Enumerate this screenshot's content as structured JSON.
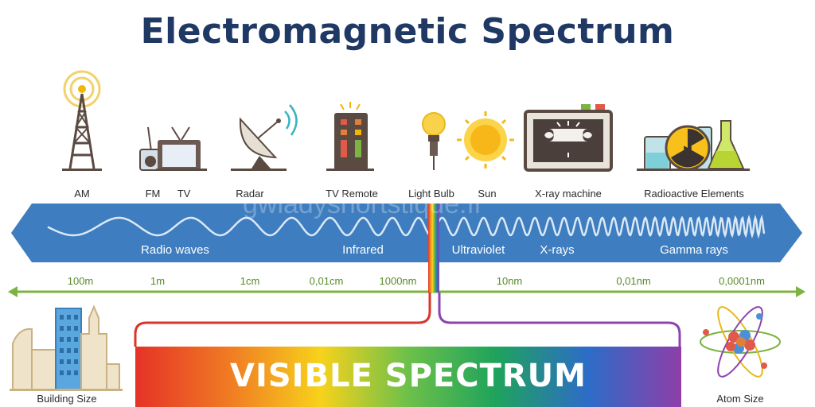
{
  "title": "Electromagnetic Spectrum",
  "watermark": "gwladyshortstique.fr",
  "sources": [
    {
      "label": "AM",
      "icon": "radio-tower-icon"
    },
    {
      "label": "FM",
      "icon": "radio-icon"
    },
    {
      "label": "TV",
      "icon": "television-icon"
    },
    {
      "label": "Radar",
      "icon": "radar-dish-icon"
    },
    {
      "label": "TV Remote",
      "icon": "remote-control-icon"
    },
    {
      "label": "Light Bulb",
      "icon": "light-bulb-icon"
    },
    {
      "label": "Sun",
      "icon": "sun-icon"
    },
    {
      "label": "X-ray machine",
      "icon": "xray-machine-icon"
    },
    {
      "label": "Radioactive Elements",
      "icon": "radioactive-flasks-icon"
    }
  ],
  "bands": [
    "Radio waves",
    "Infrared",
    "Ultraviolet",
    "X-rays",
    "Gamma rays"
  ],
  "wavelengths": [
    "100m",
    "1m",
    "1cm",
    "0,01cm",
    "1000nm",
    "10nm",
    "0,01nm",
    "0,0001nm"
  ],
  "visible_spectrum": "VISIBLE SPECTRUM",
  "scale": {
    "left": "Building Size",
    "right": "Atom Size"
  },
  "colors": {
    "title": "#1f3864",
    "band": "#3e7dbf",
    "axis": "#7cb342",
    "red_line": "#d9352a",
    "violet_line": "#8e44ad"
  }
}
